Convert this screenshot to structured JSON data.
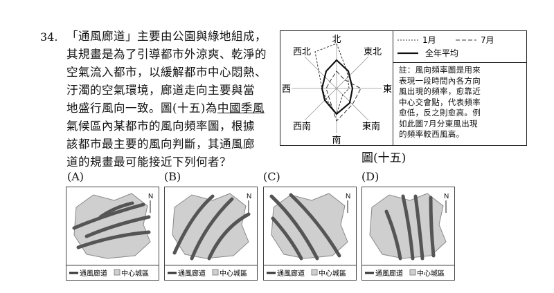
{
  "question": {
    "number": "34.",
    "lines": [
      "「通風廊道」主要由公園與綠地組成，",
      "其規畫是為了引導都市外涼爽、乾淨的",
      "空氣流入都市，以緩解都市中心悶熱、",
      "汙濁的空氣環境，廊道走向主要與當",
      "地盛行風向一致。圖(十五)為",
      "氣候區內某都市的風向頻率圖，根據",
      "該都市最主要的風向判斷，其通風廊",
      "道的規畫最可能接近下列何者？"
    ],
    "underlined": "中國季風"
  },
  "figure": {
    "caption": "圖(十五)",
    "directions": {
      "n": "北",
      "ne": "東北",
      "e": "東",
      "se": "東南",
      "s": "南",
      "sw": "西南",
      "w": "西",
      "nw": "西北"
    },
    "legend": {
      "jan": "1月",
      "jul": "7月",
      "annual": "全年平均"
    },
    "note": [
      "註：風向頻率圖是用來",
      "表現一段時間內各方向",
      "風出現的頻率，愈靠近",
      "中心交會點，代表頻率",
      "愈低，反之則愈高。例",
      "如此圖7月分東風出現",
      "的頻率較西風高。"
    ]
  },
  "options": [
    {
      "label": "(A)"
    },
    {
      "label": "(B)"
    },
    {
      "label": "(C)"
    },
    {
      "label": "(D)"
    }
  ],
  "map_legend": {
    "corridor": "通風廊道",
    "city": "中心城區",
    "north": "N"
  }
}
